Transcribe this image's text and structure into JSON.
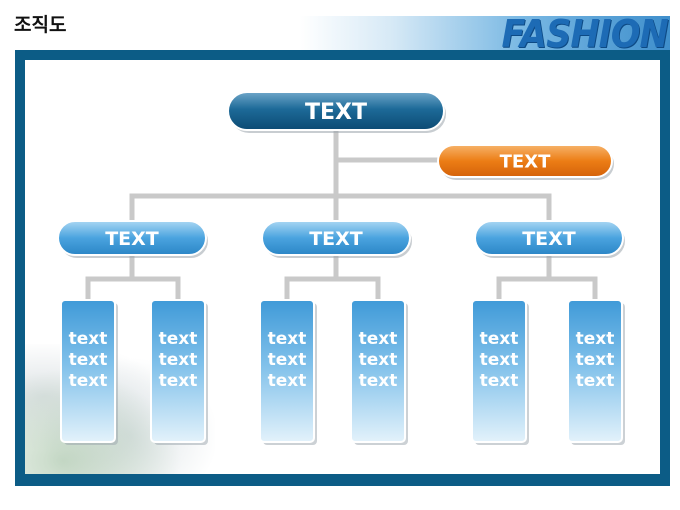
{
  "header": {
    "title": "조직도",
    "brand": "FASHION"
  },
  "org": {
    "root": "TEXT",
    "side": "TEXT",
    "branches": [
      {
        "label": "TEXT",
        "leaves": [
          [
            "text",
            "text",
            "text"
          ],
          [
            "text",
            "text",
            "text"
          ]
        ]
      },
      {
        "label": "TEXT",
        "leaves": [
          [
            "text",
            "text",
            "text"
          ],
          [
            "text",
            "text",
            "text"
          ]
        ]
      },
      {
        "label": "TEXT",
        "leaves": [
          [
            "text",
            "text",
            "text"
          ],
          [
            "text",
            "text",
            "text"
          ]
        ]
      }
    ]
  },
  "colors": {
    "frame": "#0c5c86",
    "root_dark": "#0f4f78",
    "side_orange": "#e8740c",
    "branch_blue": "#3f98d6",
    "leaf_light": "#cfe8f7",
    "connector": "#c8c8c8"
  }
}
